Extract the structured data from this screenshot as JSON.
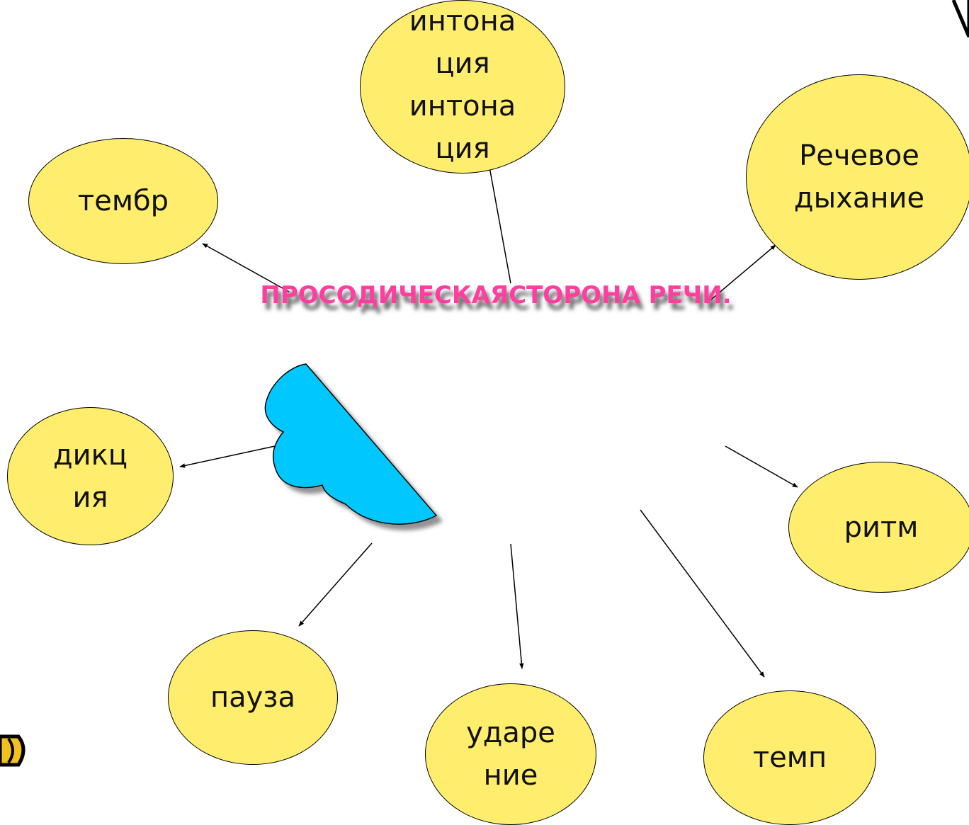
{
  "diagram": {
    "center_title": "ПРОСОДИЧЕСКАЯСТОРОНА\nРЕЧИ.",
    "nodes": {
      "intonation": "интона\nция\nинтона\nция",
      "timbre": "тембр",
      "breathing": "Речевое\nдыхание",
      "diction": "дикц\nия",
      "rhythm": "ритм",
      "pause": "пауза",
      "stress": "ударе\nние",
      "tempo": "темп"
    }
  },
  "colors": {
    "node_fill": "#ffee6e",
    "title": "#ff3ea0",
    "cloud": "#00c8ff"
  }
}
